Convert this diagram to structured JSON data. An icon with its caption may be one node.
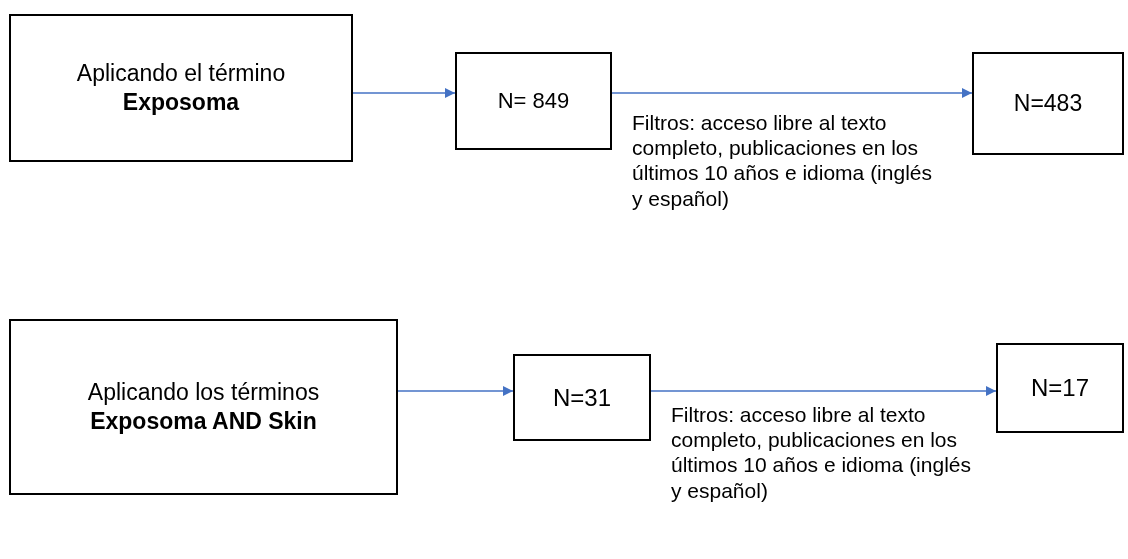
{
  "diagram": {
    "nodes": [
      {
        "text": [
          "Aplicando el término",
          "Exposoma"
        ]
      },
      {
        "text": [
          "N= 849"
        ]
      },
      {
        "text": [
          "N=483"
        ]
      },
      {
        "text": [
          "Aplicando los términos",
          "Exposoma AND Skin"
        ]
      },
      {
        "text": [
          "N=31"
        ]
      },
      {
        "text": [
          "N=17"
        ]
      }
    ],
    "edges": [
      {
        "from": 0,
        "to": 1,
        "arrow": "to"
      },
      {
        "from": 1,
        "to": 2,
        "arrow": "to",
        "label": "Filtros: acceso libre al texto completo, publicaciones en los últimos 10 años e idioma (inglés y español)"
      },
      {
        "from": 3,
        "to": 4,
        "arrow": "to"
      },
      {
        "from": 4,
        "to": 5,
        "arrow": "to",
        "label": "Filtros: acceso libre al texto completo, publicaciones en los últimos 10 años e idioma (inglés y español)"
      }
    ]
  }
}
